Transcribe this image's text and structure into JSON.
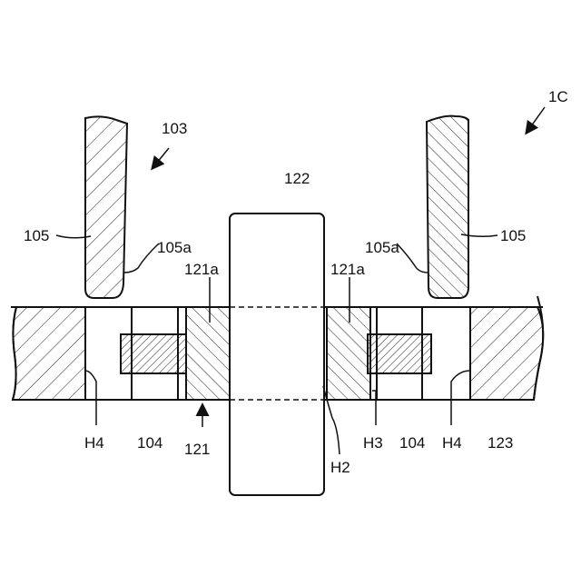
{
  "figure_label": "1C",
  "labels": {
    "assembly": "103",
    "tool_left": "105",
    "tool_right": "105",
    "tool_tip_left": "105a",
    "tool_tip_right": "105a",
    "pin": "122",
    "sleeve_left_face": "121a",
    "sleeve_right_face": "121a",
    "h4_left": "H4",
    "part_104_left": "104",
    "sleeve": "121",
    "h2": "H2",
    "h3": "H3",
    "part_104_right": "104",
    "h4_right": "H4",
    "plate": "123"
  },
  "colors": {
    "line": "#111111",
    "background": "#ffffff",
    "hatch": "#222222"
  }
}
